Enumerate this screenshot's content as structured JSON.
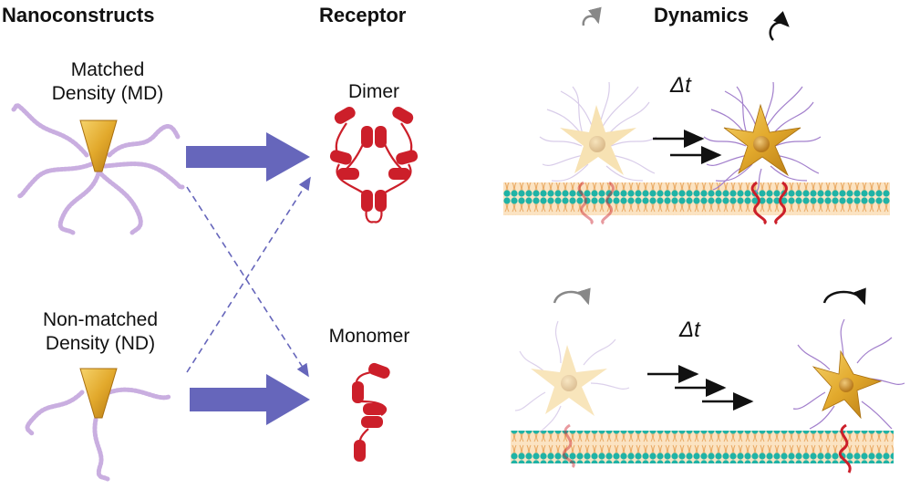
{
  "headers": {
    "nanoconstructs": "Nanoconstructs",
    "receptor": "Receptor",
    "dynamics": "Dynamics"
  },
  "nanoconstructs": {
    "matched": {
      "line1": "Matched",
      "line2": "Density (MD)"
    },
    "nonmatched": {
      "line1": "Non-matched",
      "line2": "Density (ND)"
    }
  },
  "receptors": {
    "dimer": "Dimer",
    "monomer": "Monomer"
  },
  "dynamics": {
    "top_delta": "Δt",
    "bottom_delta": "Δt"
  },
  "colors": {
    "gold": "#e2a92c",
    "ligand": "#c9aee0",
    "receptor": "#cc1f2a",
    "arrow_blue": "#6666bb",
    "membrane_teal": "#1fb3a6",
    "membrane_orange": "#f2c186"
  }
}
